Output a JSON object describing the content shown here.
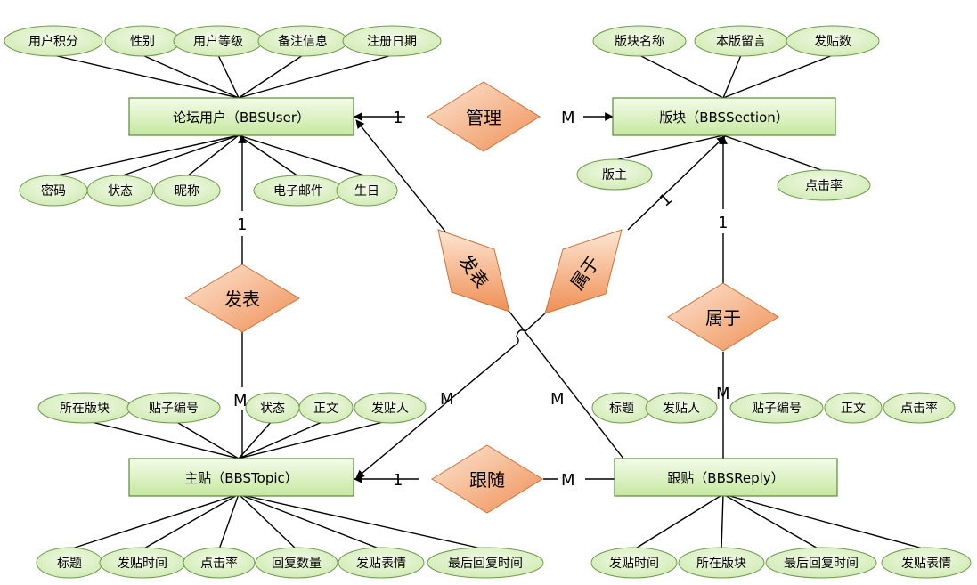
{
  "colors": {
    "entity_fill_top": "#f2fbe6",
    "entity_fill_bottom": "#c9eaa4",
    "entity_stroke": "#5a8a3a",
    "attr_fill": "#dff2c8",
    "attr_stroke": "#6f9950",
    "rel_fill_light": "#fde3cf",
    "rel_fill_dark": "#f0955d",
    "rel_stroke": "#c7753f",
    "line": "#000000"
  },
  "entities": {
    "user": "论坛用户（BBSUser）",
    "section": "版块（BBSSection）",
    "topic": "主贴（BBSTopic）",
    "reply": "跟贴（BBSReply）"
  },
  "relationships": {
    "manage": "管理",
    "publish_topic": "发表",
    "publish_reply": "发表",
    "topic_belongs": "属于",
    "reply_belongs": "属于",
    "follow": "跟随"
  },
  "cardinalities": {
    "manage_user": "1",
    "manage_section": "M",
    "publish_topic_user": "1",
    "publish_topic_topic": "M",
    "topic_belongs_section": "1",
    "topic_belongs_topic": "M",
    "reply_publish_reply": "M",
    "reply_belongs_section": "1",
    "reply_belongs_reply": "M",
    "follow_topic": "1",
    "follow_reply": "M"
  },
  "attributes": {
    "user_top": [
      "用户积分",
      "性别",
      "用户等级",
      "备注信息",
      "注册日期"
    ],
    "user_bottom": [
      "密码",
      "状态",
      "昵称",
      "电子邮件",
      "生日"
    ],
    "section_top": [
      "版块名称",
      "本版留言",
      "发贴数"
    ],
    "section_bottom": [
      "版主",
      "点击率"
    ],
    "topic_top": [
      "所在版块",
      "贴子编号",
      "状态",
      "正文",
      "发贴人"
    ],
    "topic_bottom": [
      "标题",
      "发贴时间",
      "点击率",
      "回复数量",
      "发贴表情",
      "最后回复时间"
    ],
    "reply_top": [
      "标题",
      "发贴人",
      "贴子编号",
      "正文",
      "点击率"
    ],
    "reply_bottom": [
      "发贴时间",
      "所在版块",
      "最后回复时间",
      "发贴表情"
    ]
  }
}
